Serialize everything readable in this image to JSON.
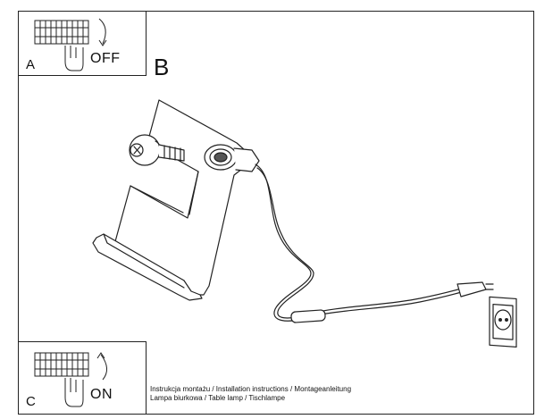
{
  "panels": {
    "a": {
      "letter": "A",
      "word": "OFF"
    },
    "b": {
      "letter": "B"
    },
    "c": {
      "letter": "C",
      "word": "ON"
    }
  },
  "footer": {
    "line1": "Instrukcja montażu / Installation instructions / Montageanleitung",
    "line2": "Lampa biurkowa / Table lamp / Tischlampe"
  }
}
